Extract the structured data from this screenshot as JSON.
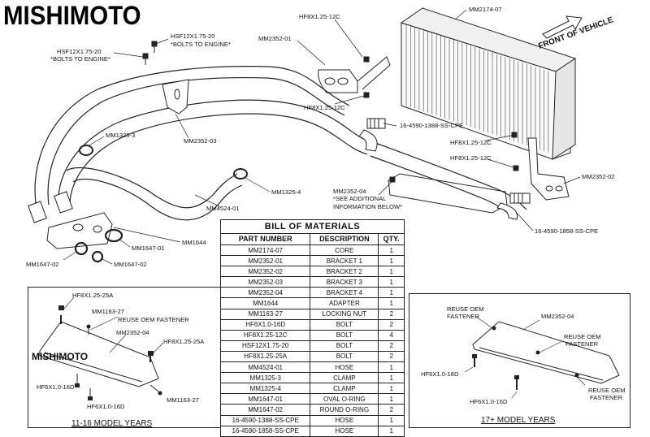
{
  "brand": "MISHIMOTO",
  "front_label": "FRONT OF VEHICLE",
  "callouts": {
    "core": "MM2174-07",
    "hf8_top": "HF8X1.25-12C",
    "bracket1": "MM2352-01",
    "hf8_bottom": "HF8X1.25-12C",
    "hsf_left_1": "HSF12X1.75-20",
    "hsf_left_2": "*BOLTS TO ENGINE*",
    "hsf_mid_1": "HSF12X1.75-20",
    "hsf_mid_2": "*BOLTS TO ENGINE*",
    "bracket3": "MM2352-03",
    "hose_top": "16-4590-1388-SS-CPE",
    "hf8_right_1": "HF8X1.25-12C",
    "hf8_right_2": "HF8X1.25-12C",
    "bracket2": "MM2352-02",
    "clamp3": "MM1325-3",
    "clamp4": "MM1325-4",
    "bracket4_1": "MM2352-04",
    "bracket4_2": "*SEE ADDITIONAL",
    "bracket4_3": "INFORMATION BELOW*",
    "hose_mid": "MM4524-01",
    "hose_bottom": "16-4590-1858-SS-CPE",
    "adapter": "MM1644",
    "oring1": "MM1647-01",
    "oring2_left": "MM1647-02",
    "oring2_right": "MM1647-02"
  },
  "bom": {
    "title": "BILL OF MATERIALS",
    "headers": [
      "PART NUMBER",
      "DESCRIPTION",
      "QTY."
    ],
    "rows": [
      [
        "MM2174-07",
        "CORE",
        "1"
      ],
      [
        "MM2352-01",
        "BRACKET 1",
        "1"
      ],
      [
        "MM2352-02",
        "BRACKET 2",
        "1"
      ],
      [
        "MM2352-03",
        "BRACKET 3",
        "1"
      ],
      [
        "MM2352-04",
        "BRACKET 4",
        "1"
      ],
      [
        "MM1644",
        "ADAPTER",
        "1"
      ],
      [
        "MM1163-27",
        "LOCKING NUT",
        "2"
      ],
      [
        "HF6X1.0-16D",
        "BOLT",
        "2"
      ],
      [
        "HF8X1.25-12C",
        "BOLT",
        "4"
      ],
      [
        "HSF12X1.75-20",
        "BOLT",
        "2"
      ],
      [
        "HF8X1.25-25A",
        "BOLT",
        "2"
      ],
      [
        "MM4524-01",
        "HOSE",
        "1"
      ],
      [
        "MM1325-3",
        "CLAMP",
        "1"
      ],
      [
        "MM1325-4",
        "CLAMP",
        "1"
      ],
      [
        "MM1647-01",
        "OVAL O-RING",
        "1"
      ],
      [
        "MM1647-02",
        "ROUND O-RING",
        "2"
      ],
      [
        "16-4590-1388-SS-CPE",
        "HOSE",
        "1"
      ],
      [
        "16-4590-1858-SS-CPE",
        "HOSE",
        "1"
      ]
    ]
  },
  "detail_left": {
    "caption": "11-16 MODEL YEARS",
    "logo": "MISHIMOTO",
    "bolt_a": "HF8X1.25-25A",
    "nut_a": "MM1163-27",
    "reuse_1": "REUSE OEM FASTENER",
    "bracket": "MM2352-04",
    "bolt_b": "HF8X1.25-25A",
    "bolt_c": "HF6X1.0-16D",
    "bolt_d": "HF6X1.0-16D",
    "nut_b": "MM1163-27"
  },
  "detail_right": {
    "caption": "17+ MODEL YEARS",
    "reuse_a1": "REUSE OEM",
    "reuse_a2": "FASTENER",
    "bracket": "MM2352-04",
    "reuse_b1": "REUSE OEM",
    "reuse_b2": "FASTENER",
    "bolt_a": "HF6X1.0-16D",
    "reuse_c1": "REUSE OEM",
    "reuse_c2": "FASTENER",
    "bolt_b": "HF6X1.0-16D"
  }
}
